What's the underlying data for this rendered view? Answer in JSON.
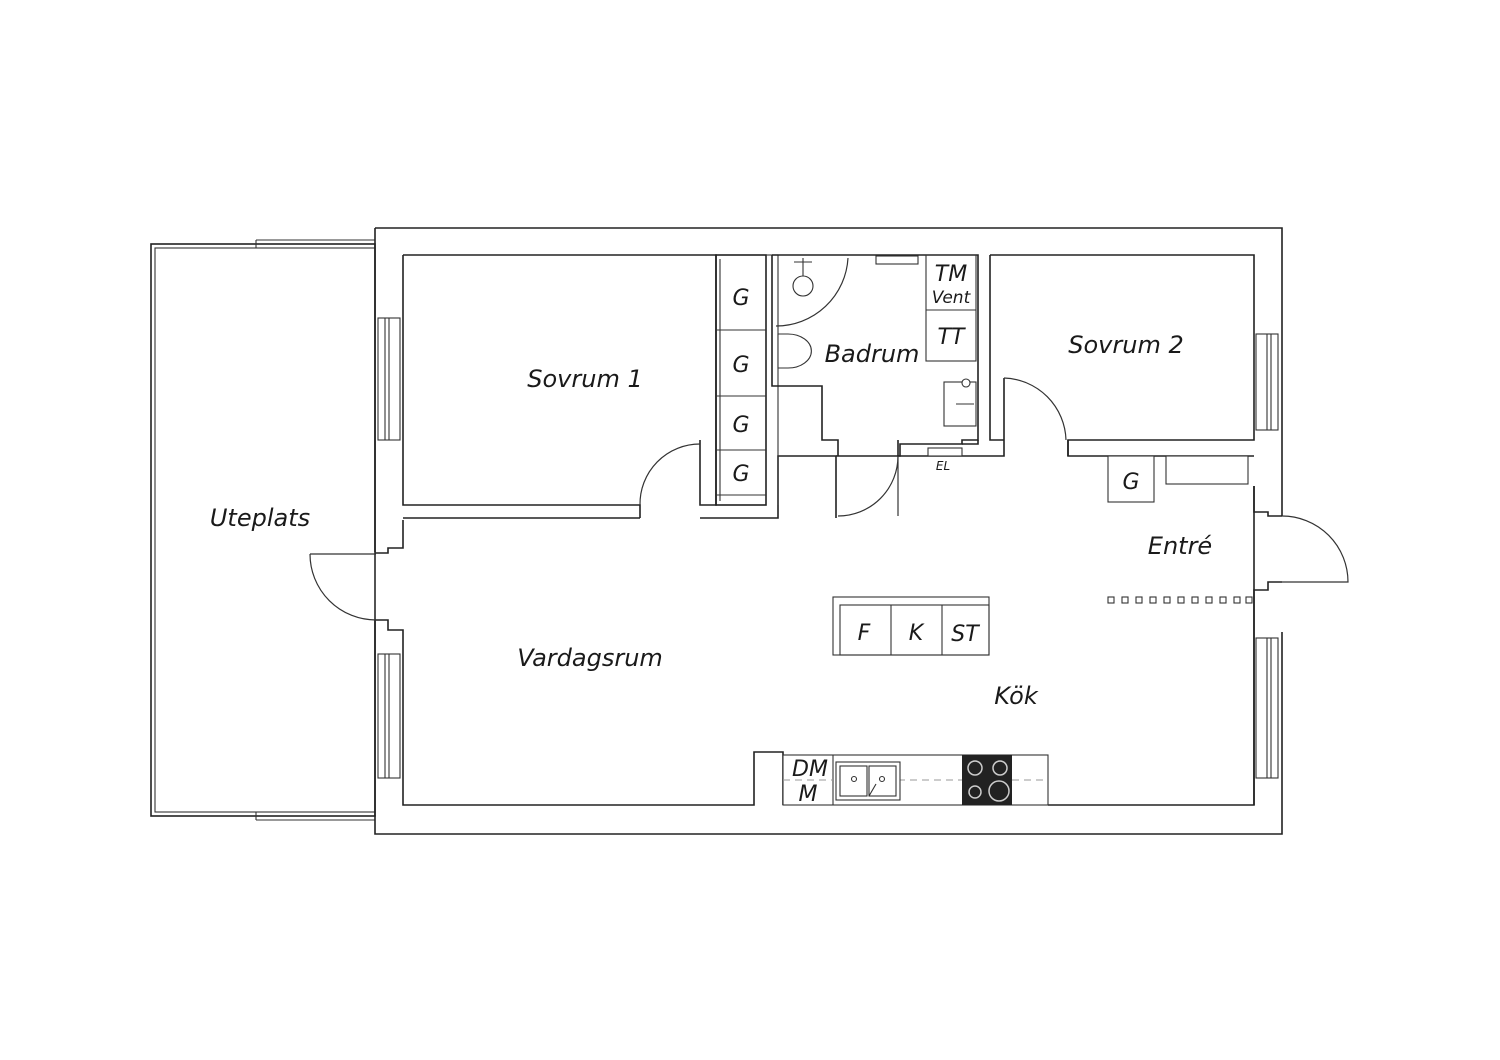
{
  "rooms": {
    "uteplats": "Uteplats",
    "sovrum1": "Sovrum 1",
    "badrum": "Badrum",
    "sovrum2": "Sovrum 2",
    "vardagsrum": "Vardagsrum",
    "kok": "Kök",
    "entre": "Entré"
  },
  "fixtures": {
    "wardrobe": "G",
    "washing_machine": "TM",
    "vent": "Vent",
    "dryer": "TT",
    "electrical": "EL",
    "fridge": "F",
    "freezer": "K",
    "stove": "ST",
    "dishwasher": "DM",
    "microwave": "M"
  },
  "colors": {
    "wall": "#222222",
    "background": "#ffffff",
    "hob": "#222222"
  }
}
